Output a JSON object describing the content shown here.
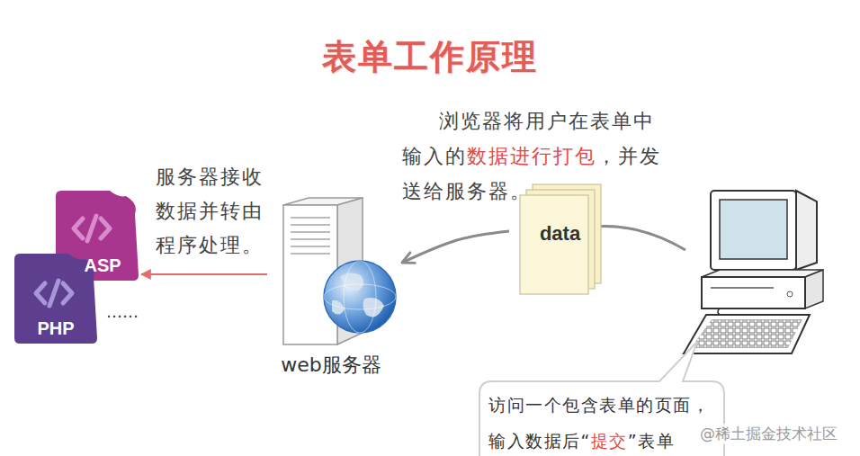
{
  "diagram": {
    "title": "表单工作原理",
    "nodes": [
      {
        "text": [
          "ASP"
        ]
      },
      {
        "text": [
          "data"
        ]
      },
      {
        "text": [
          "web服务器"
        ]
      },
      {
        "text": [
          "PHP"
        ]
      },
      {
        "text": [
          "访问一个包含表单的页面，输入数据后“",
          "提交",
          "”表单"
        ]
      }
    ],
    "edges": [
      {
        "from": 1,
        "to": 2,
        "arrow": "to"
      },
      {
        "from": 2,
        "to": 0,
        "arrow": "to"
      }
    ],
    "labels": [
      "浏览器将用户在表单中输入的",
      "数据进行打包",
      "，并发送给服务器。",
      "服务器接收数据并转由程序处理。",
      "……",
      "@稀土掘金技术社区"
    ]
  }
}
